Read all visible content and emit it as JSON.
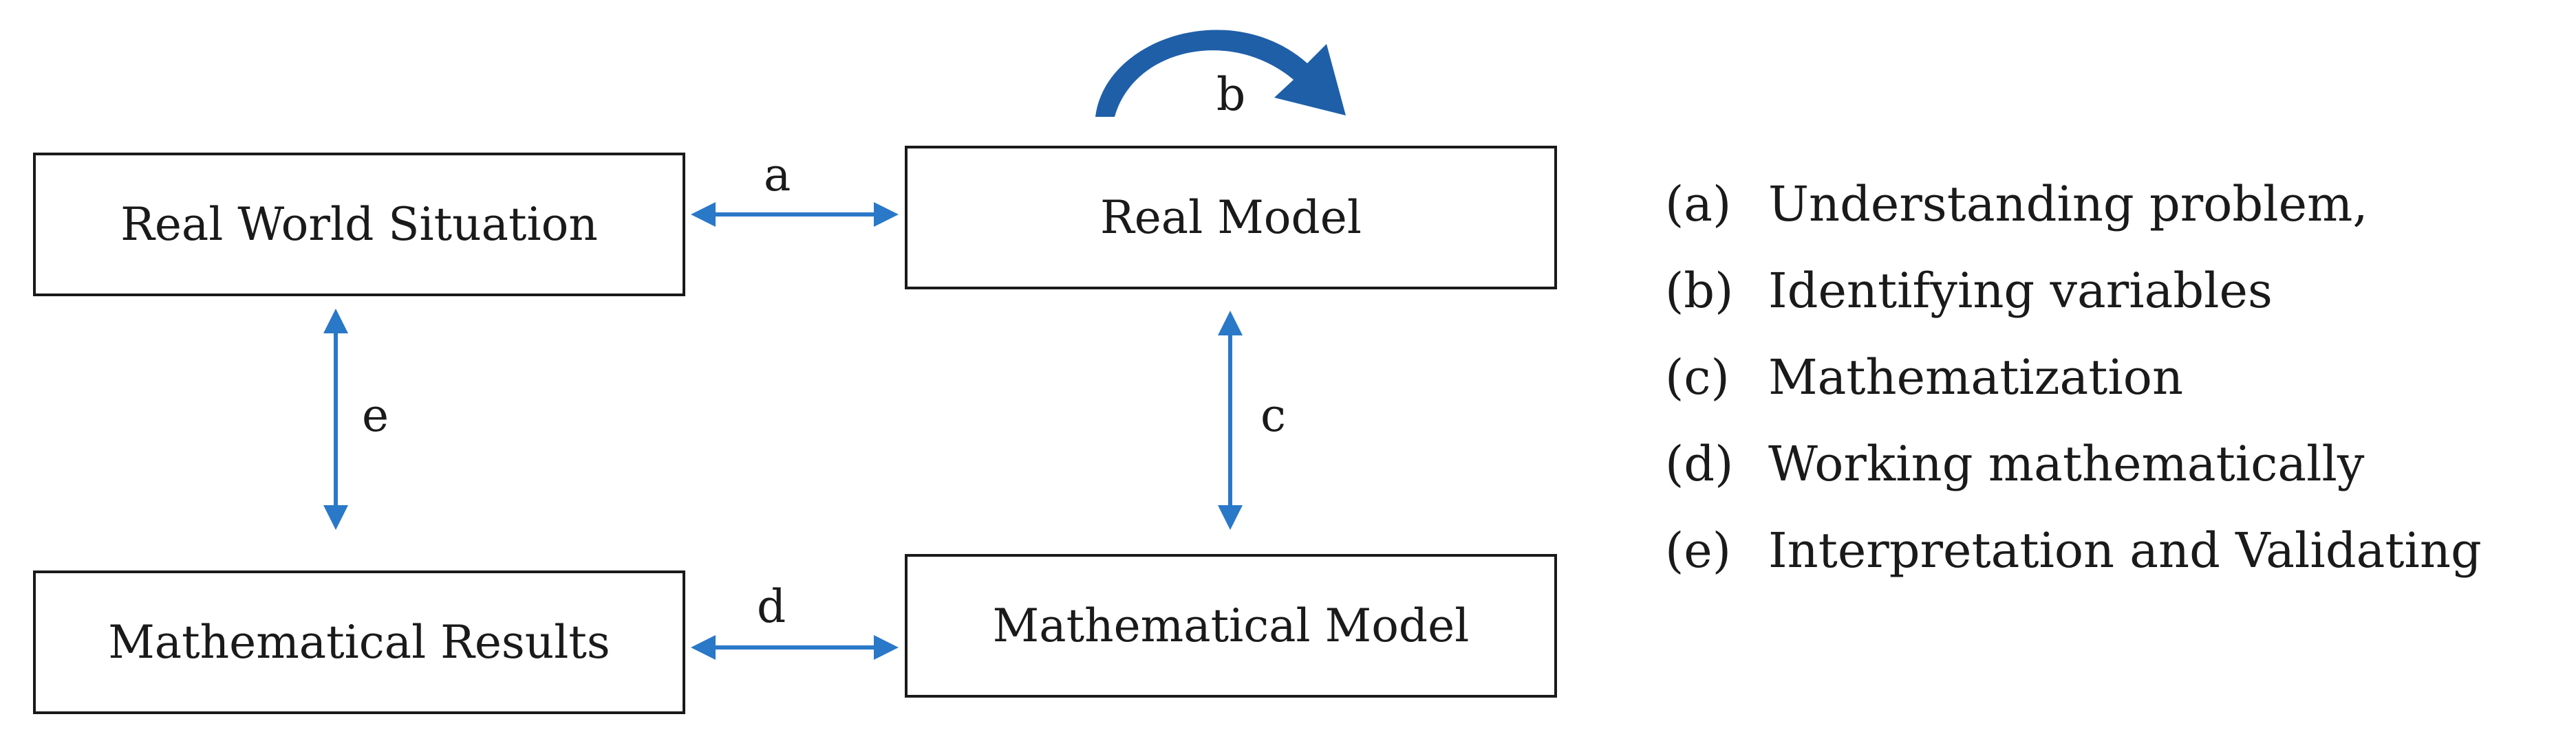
{
  "boxes": {
    "real_world": "Real World Situation",
    "real_model": "Real Model",
    "math_results": "Mathematical Results",
    "math_model": "Mathematical Model"
  },
  "arrow_labels": {
    "a": "a",
    "b": "b",
    "c": "c",
    "d": "d",
    "e": "e"
  },
  "legend": [
    {
      "key": "(a)",
      "text": "Understanding problem,"
    },
    {
      "key": "(b)",
      "text": "Identifying variables"
    },
    {
      "key": "(c)",
      "text": "Mathematization"
    },
    {
      "key": "(d)",
      "text": "Working mathematically"
    },
    {
      "key": "(e)",
      "text": "Interpretation and Validating"
    }
  ],
  "colors": {
    "arrow": "#2a78c8",
    "curved_arrow": "#1f5fa8",
    "border": "#1a1a1a"
  }
}
